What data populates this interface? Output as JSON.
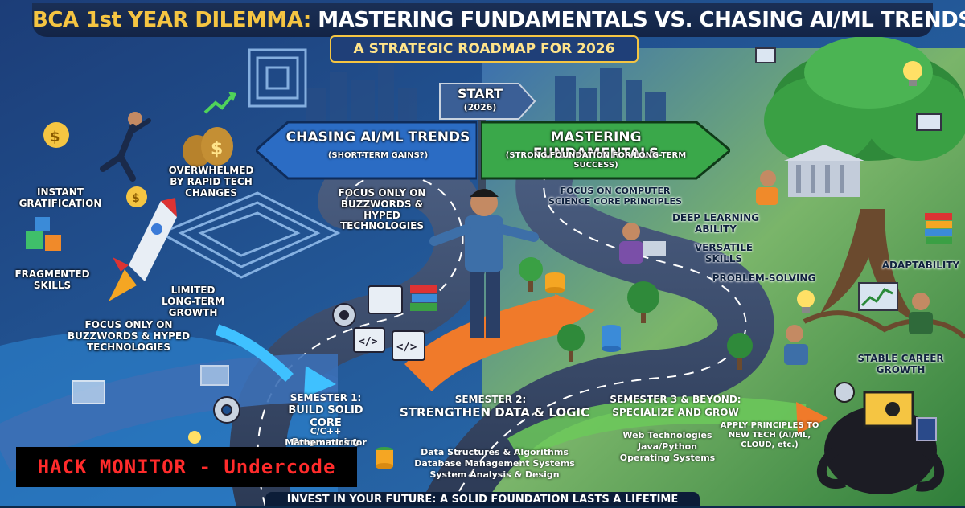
{
  "header": {
    "title_part1": "BCA 1st YEAR DILEMMA:",
    "title_part2": "MASTERING FUNDAMENTALS VS. CHASING AI/ML TRENDS",
    "subtitle": "A STRATEGIC ROADMAP FOR 2026"
  },
  "signpost": {
    "start": "START",
    "start_year": "(2026)",
    "left_title": "CHASING AI/ML TRENDS",
    "left_sub": "(SHORT-TERM GAINS?)",
    "right_title": "MASTERING FUNDAMENTALS",
    "right_sub": "(STRONG FOUNDATION FOR LONG-TERM SUCCESS)"
  },
  "left_path": {
    "instant": "INSTANT GRATIFICATION",
    "overwhelmed": "OVERWHELMED BY RAPID TECH CHANGES",
    "buzz_road": "FOCUS ONLY ON BUZZWORDS & HYPED TECHNOLOGIES",
    "fragmented": "FRAGMENTED SKILLS",
    "limited": "LIMITED LONG-TERM GROWTH",
    "buzz_left": "FOCUS ONLY ON BUZZWORDS & HYPED TECHNOLOGIES"
  },
  "right_path": {
    "cs_core": "FOCUS ON COMPUTER SCIENCE CORE PRINCIPLES",
    "deep": "DEEP LEARNING ABILITY",
    "versatile": "VERSATILE SKILLS",
    "problem": "PROBLEM-SOLVING",
    "adapt": "ADAPTABILITY",
    "stable": "STABLE CAREER GROWTH"
  },
  "semesters": {
    "s1_title": "SEMESTER 1:",
    "s1_sub": "BUILD SOLID CORE",
    "s1_item1": "C/C++ Programming",
    "s1_item2": "Mathematics for CS",
    "s2_title": "SEMESTER 2:",
    "s2_sub": "STRENGTHEN DATA & LOGIC",
    "s2_item1": "Data Structures & Algorithms",
    "s2_item2": "Database Management Systems",
    "s2_item3": "System Analysis & Design",
    "s3_title": "SEMESTER 3 & BEYOND:",
    "s3_sub": "SPECIALIZE AND GROW",
    "s3_item1": "Web Technologies",
    "s3_item2": "Java/Python",
    "s3_item3": "Operating Systems",
    "apply": "APPLY PRINCIPLES TO NEW TECH (AI/ML, CLOUD, etc.)"
  },
  "footer": "INVEST IN YOUR FUTURE: A SOLID FOUNDATION LASTS A LIFETIME",
  "watermark": "HACK MONITOR - Undercode",
  "colors": {
    "left_bg": "#1d4f8f",
    "right_bg": "#3e8f3a",
    "road": "#3a4a66",
    "accent_yellow": "#f5c542",
    "arrow_blue": "#2b6cc4",
    "arrow_green": "#3aa84a",
    "path_orange": "#f07a2a",
    "watermark_red": "#ff2b2b"
  }
}
